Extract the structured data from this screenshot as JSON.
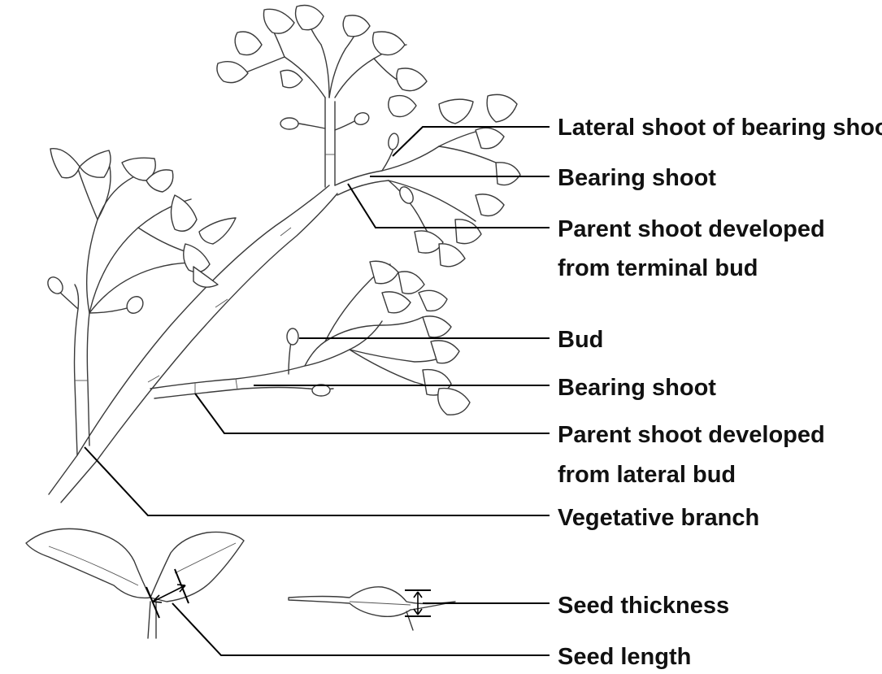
{
  "labels": {
    "lateral_shoot_of_bearing_shoot": "Lateral shoot of bearing shoot",
    "bearing_shoot_top": "Bearing shoot",
    "parent_shoot_terminal_line1": "Parent shoot developed",
    "parent_shoot_terminal_line2": "from terminal bud",
    "bud": "Bud",
    "bearing_shoot_middle": "Bearing shoot",
    "parent_shoot_lateral_line1": "Parent shoot developed",
    "parent_shoot_lateral_line2": "from lateral bud",
    "vegetative_branch": "Vegetative branch",
    "seed_thickness": "Seed thickness",
    "seed_length": "Seed length"
  },
  "colors": {
    "line_art": "#3a3a3a",
    "leader_line": "#000000",
    "label_text": "#111111",
    "background": "#ffffff"
  }
}
